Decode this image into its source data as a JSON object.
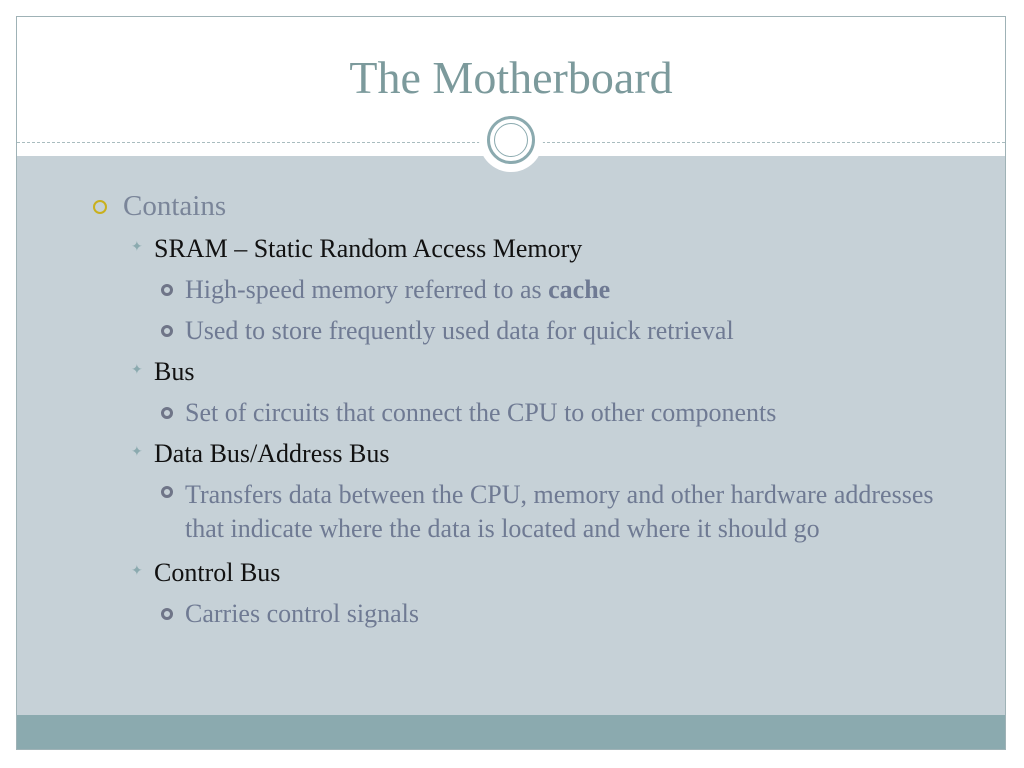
{
  "slide": {
    "title": "The Motherboard",
    "items": {
      "contains": "Contains",
      "sram": "SRAM – Static Random Access Memory",
      "sram_cache_prefix": "High-speed memory referred to as ",
      "sram_cache_bold": "cache",
      "sram_store": "Used to store frequently used data for quick retrieval",
      "bus": "Bus",
      "bus_desc": "Set of circuits that connect the CPU to other components",
      "data_bus": "Data Bus/Address Bus",
      "data_bus_desc": "Transfers data between the CPU, memory and other hardware addresses that indicate where the data is located and where it should go",
      "control_bus": "Control Bus",
      "control_bus_desc": "Carries control signals"
    }
  },
  "colors": {
    "title": "#7c9a9c",
    "content_background": "#c6d1d7",
    "footer_bar": "#8baaaf",
    "level1_bullet": "#c9b01d"
  },
  "icons": {
    "level1_bullet": "hollow-circle-bullet-icon",
    "level2_bullet": "four-point-star-bullet-icon",
    "level3_bullet": "ring-bullet-icon",
    "title_ornament": "double-ring-ornament-icon"
  }
}
